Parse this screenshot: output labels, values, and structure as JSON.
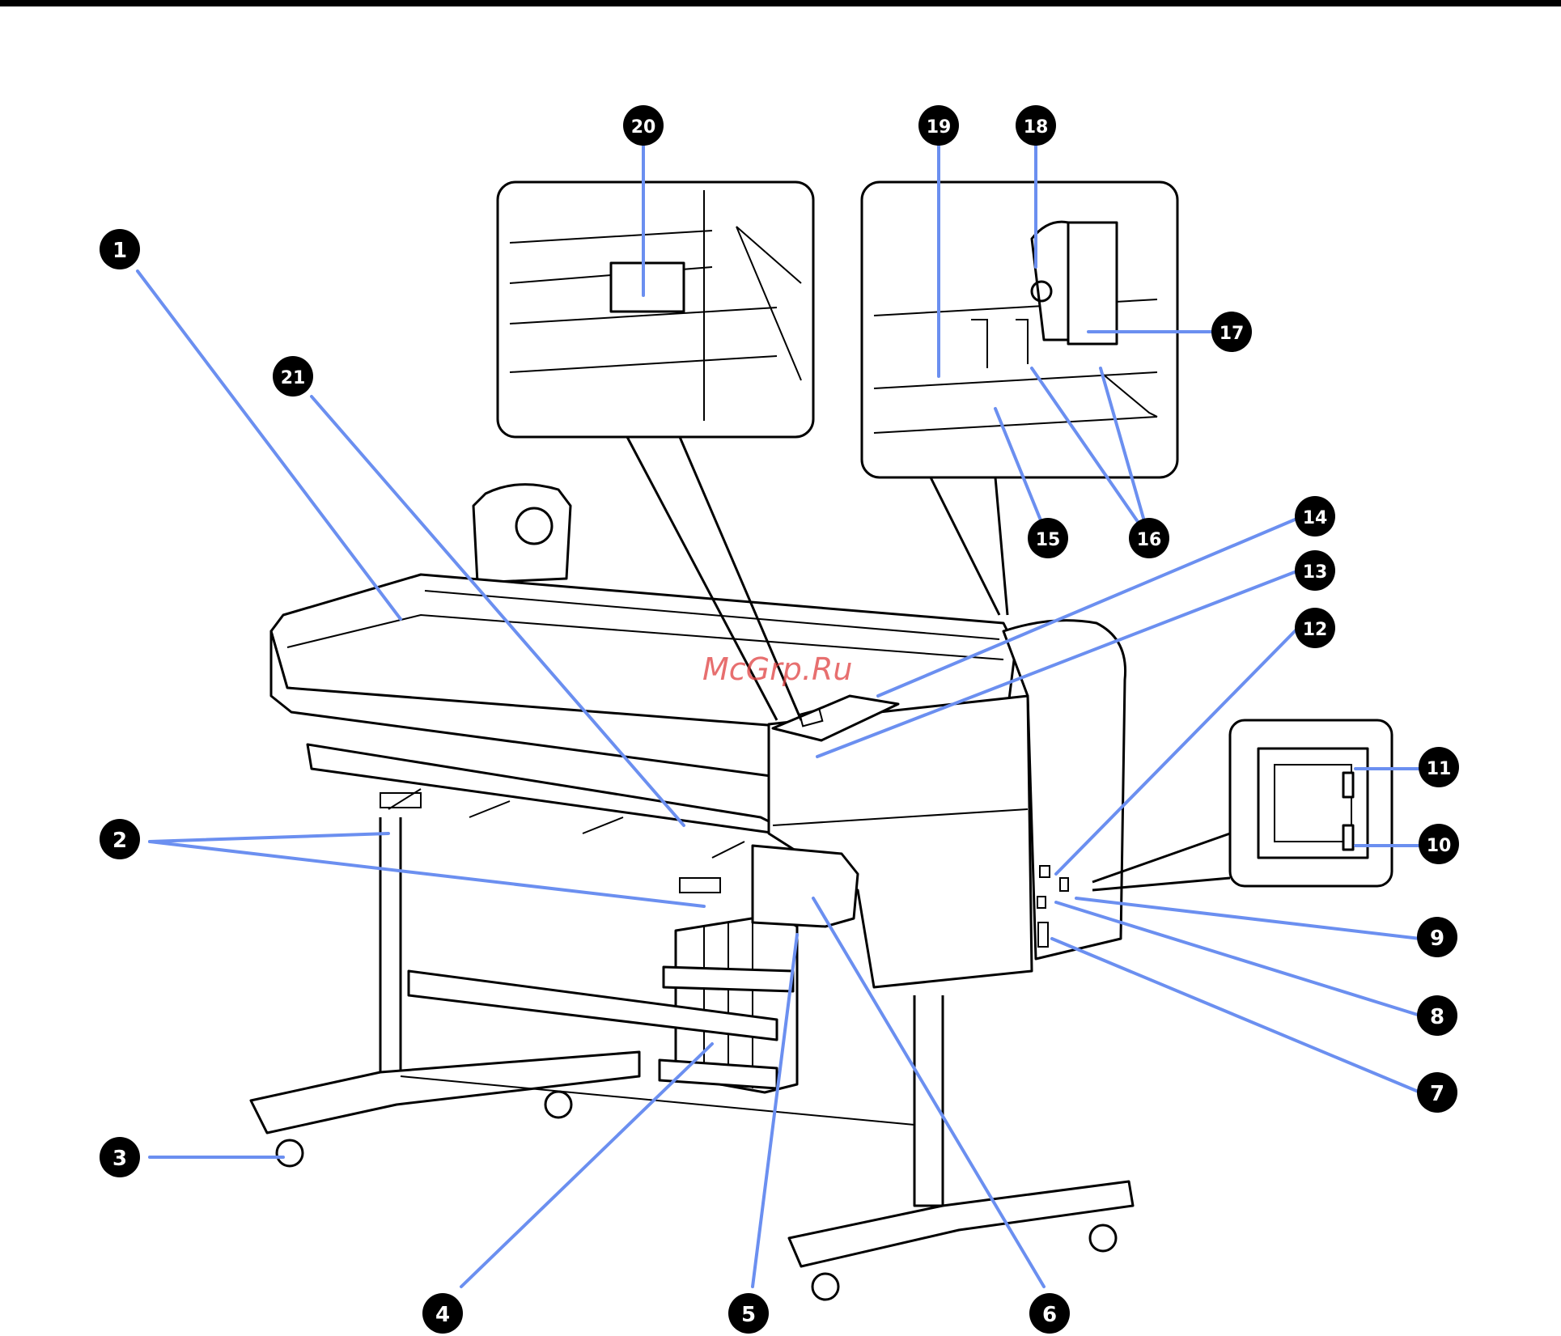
{
  "watermark": "McGrp.Ru",
  "callouts": [
    {
      "id": "1",
      "label": "1"
    },
    {
      "id": "2",
      "label": "2"
    },
    {
      "id": "3",
      "label": "3"
    },
    {
      "id": "4",
      "label": "4"
    },
    {
      "id": "5",
      "label": "5"
    },
    {
      "id": "6",
      "label": "6"
    },
    {
      "id": "7",
      "label": "7"
    },
    {
      "id": "8",
      "label": "8"
    },
    {
      "id": "9",
      "label": "9"
    },
    {
      "id": "10",
      "label": "10"
    },
    {
      "id": "11",
      "label": "11"
    },
    {
      "id": "12",
      "label": "12"
    },
    {
      "id": "13",
      "label": "13"
    },
    {
      "id": "14",
      "label": "14"
    },
    {
      "id": "15",
      "label": "15"
    },
    {
      "id": "16",
      "label": "16"
    },
    {
      "id": "17",
      "label": "17"
    },
    {
      "id": "18",
      "label": "18"
    },
    {
      "id": "19",
      "label": "19"
    },
    {
      "id": "20",
      "label": "20"
    },
    {
      "id": "21",
      "label": "21"
    }
  ],
  "colors": {
    "leader": "#6b8ff0",
    "callout_fill": "#000000",
    "watermark": "#e04040"
  }
}
